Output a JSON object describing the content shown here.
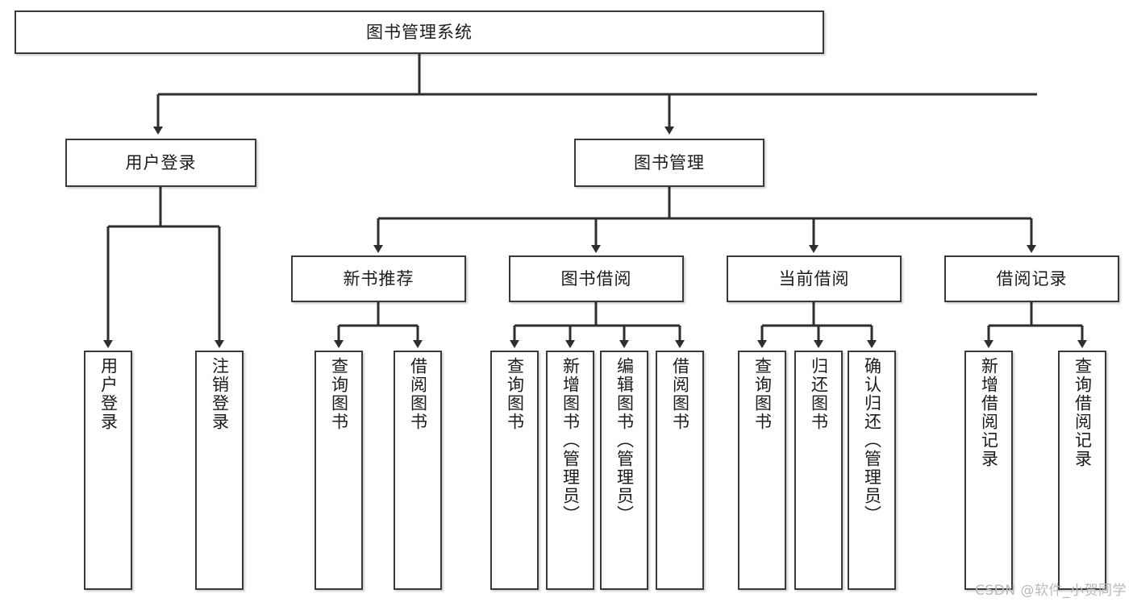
{
  "diagram": {
    "title": "图书管理系统",
    "type": "tree-hierarchy",
    "colors": {
      "stroke": "#3a3a3a",
      "fill": "#ffffff",
      "text": "#1b1b1b",
      "watermark": "#b9b9b9"
    },
    "root": {
      "label": "图书管理系统"
    },
    "level1": [
      {
        "label": "用户登录"
      },
      {
        "label": "图书管理"
      }
    ],
    "level2": [
      {
        "label": "新书推荐"
      },
      {
        "label": "图书借阅"
      },
      {
        "label": "当前借阅"
      },
      {
        "label": "借阅记录"
      }
    ],
    "leaves": {
      "user_login": [
        {
          "label": "用户登录"
        },
        {
          "label": "注销登录"
        }
      ],
      "new_book_recommend": [
        {
          "label": "查询图书"
        },
        {
          "label": "借阅图书"
        }
      ],
      "book_borrow": [
        {
          "label": "查询图书"
        },
        {
          "label": "新增图书（管理员）"
        },
        {
          "label": "编辑图书（管理员）"
        },
        {
          "label": "借阅图书"
        }
      ],
      "current_borrow": [
        {
          "label": "查询图书"
        },
        {
          "label": "归还图书"
        },
        {
          "label": "确认归还（管理员）"
        }
      ],
      "borrow_records": [
        {
          "label": "新增借阅记录"
        },
        {
          "label": "查询借阅记录"
        }
      ]
    },
    "watermark": "CSDN @软件_小贺同学"
  }
}
